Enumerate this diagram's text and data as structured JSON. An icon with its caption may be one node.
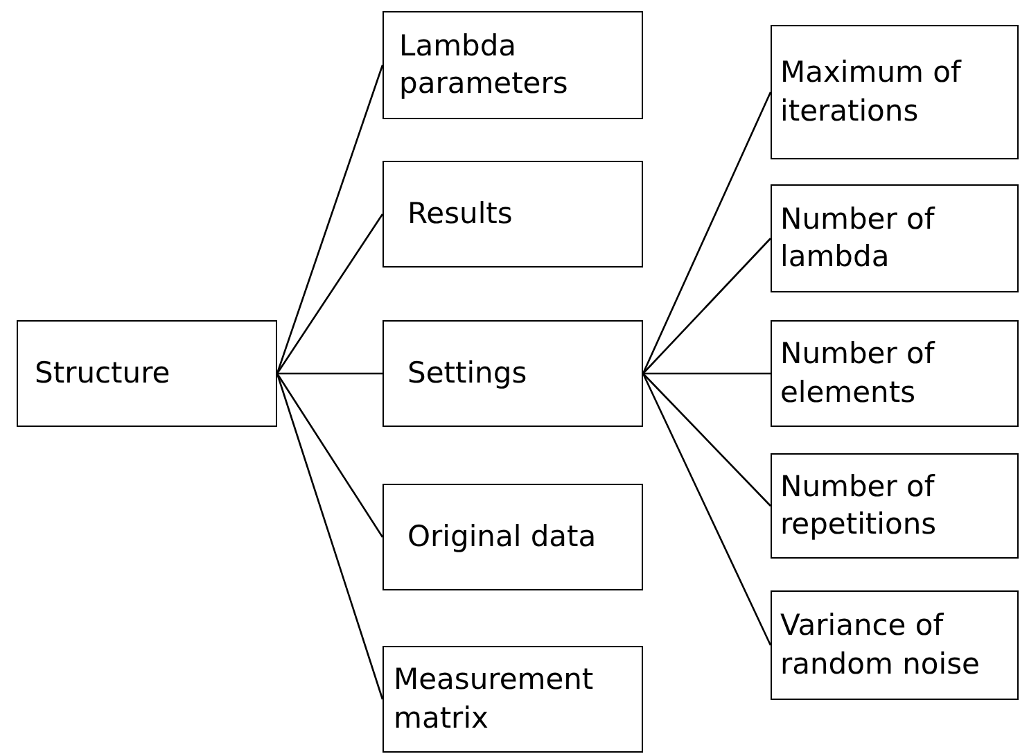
{
  "diagram": {
    "nodes": [
      {
        "text": [
          "Structure"
        ]
      },
      {
        "text": [
          "Lambda parameters"
        ]
      },
      {
        "text": [
          "Results"
        ]
      },
      {
        "text": [
          "Settings"
        ]
      },
      {
        "text": [
          "Original data"
        ]
      },
      {
        "text": [
          "Measurement matrix"
        ]
      },
      {
        "text": [
          "Maximum of iterations"
        ]
      },
      {
        "text": [
          "Number of lambda"
        ]
      },
      {
        "text": [
          "Number of elements"
        ]
      },
      {
        "text": [
          "Number of repetitions"
        ]
      },
      {
        "text": [
          "Variance of random noise"
        ]
      }
    ],
    "edges": [
      {
        "from": 0,
        "to": 1,
        "arrow": "none"
      },
      {
        "from": 0,
        "to": 2,
        "arrow": "none"
      },
      {
        "from": 0,
        "to": 3,
        "arrow": "none"
      },
      {
        "from": 0,
        "to": 4,
        "arrow": "none"
      },
      {
        "from": 0,
        "to": 5,
        "arrow": "none"
      },
      {
        "from": 3,
        "to": 6,
        "arrow": "none"
      },
      {
        "from": 3,
        "to": 7,
        "arrow": "none"
      },
      {
        "from": 3,
        "to": 8,
        "arrow": "none"
      },
      {
        "from": 3,
        "to": 9,
        "arrow": "none"
      },
      {
        "from": 3,
        "to": 10,
        "arrow": "none"
      }
    ]
  }
}
